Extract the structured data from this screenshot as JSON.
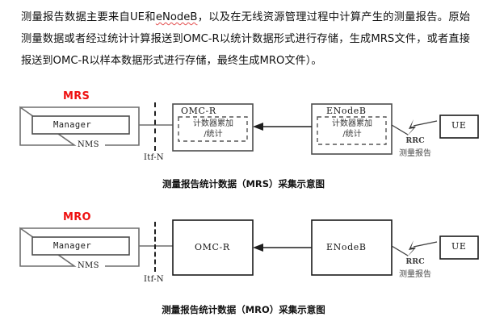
{
  "paragraph": {
    "part1": "测量报告数据主要来自UE和",
    "spell_word": "eNodeB",
    "part2": "，以及在无线资源管理过程中计算产生的测量报告。原始测量数据或者经过统计计算报送到OMC-R以统计数据形式进行存储，生成MRS文件，或者直接报送到OMC-R以样本数据形式进行存储，最终生成MRO文件）。"
  },
  "colors": {
    "tag_red": "#ee1111",
    "box_border": "#4d4d4d",
    "box_border_dark": "#1a1a1a",
    "line_gray": "#6e6e6e",
    "text": "#1a1a1a",
    "background": "#ffffff"
  },
  "figures": [
    {
      "id": "mrs",
      "tag": "MRS",
      "caption": "测量报告统计数据（MRS）采集示意图",
      "nms": {
        "outer_label": "NMS",
        "inner_label": "Manager"
      },
      "interface_label": "Itf-N",
      "omc": {
        "title": "OMC-R",
        "inner_line1": "计数器累加",
        "inner_line2": "/统计"
      },
      "enodeb": {
        "title": "ENodeB",
        "inner_line1": "计数器累加",
        "inner_line2": "/统计"
      },
      "ue": {
        "title": "UE"
      },
      "radio_link": {
        "line1": "RRC",
        "line2": "测量报告"
      }
    },
    {
      "id": "mro",
      "tag": "MRO",
      "caption": "测量报告统计数据（MRO）采集示意图",
      "nms": {
        "outer_label": "NMS",
        "inner_label": "Manager"
      },
      "interface_label": "Itf-N",
      "omc": {
        "title": "OMC-R"
      },
      "enodeb": {
        "title": "ENodeB"
      },
      "ue": {
        "title": "UE"
      },
      "radio_link": {
        "line1": "RRC",
        "line2": "测量报告"
      }
    }
  ]
}
